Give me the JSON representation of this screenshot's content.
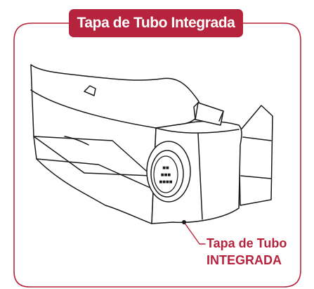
{
  "title": "Tapa de Tubo Integrada",
  "callout": {
    "line1": "Tapa de Tubo",
    "line2": "INTEGRADA"
  },
  "cap_markings": [
    "■■",
    "■■■",
    "■■■■"
  ],
  "colors": {
    "accent": "#b5243c",
    "outline": "#1a1a1a",
    "background": "#ffffff"
  }
}
